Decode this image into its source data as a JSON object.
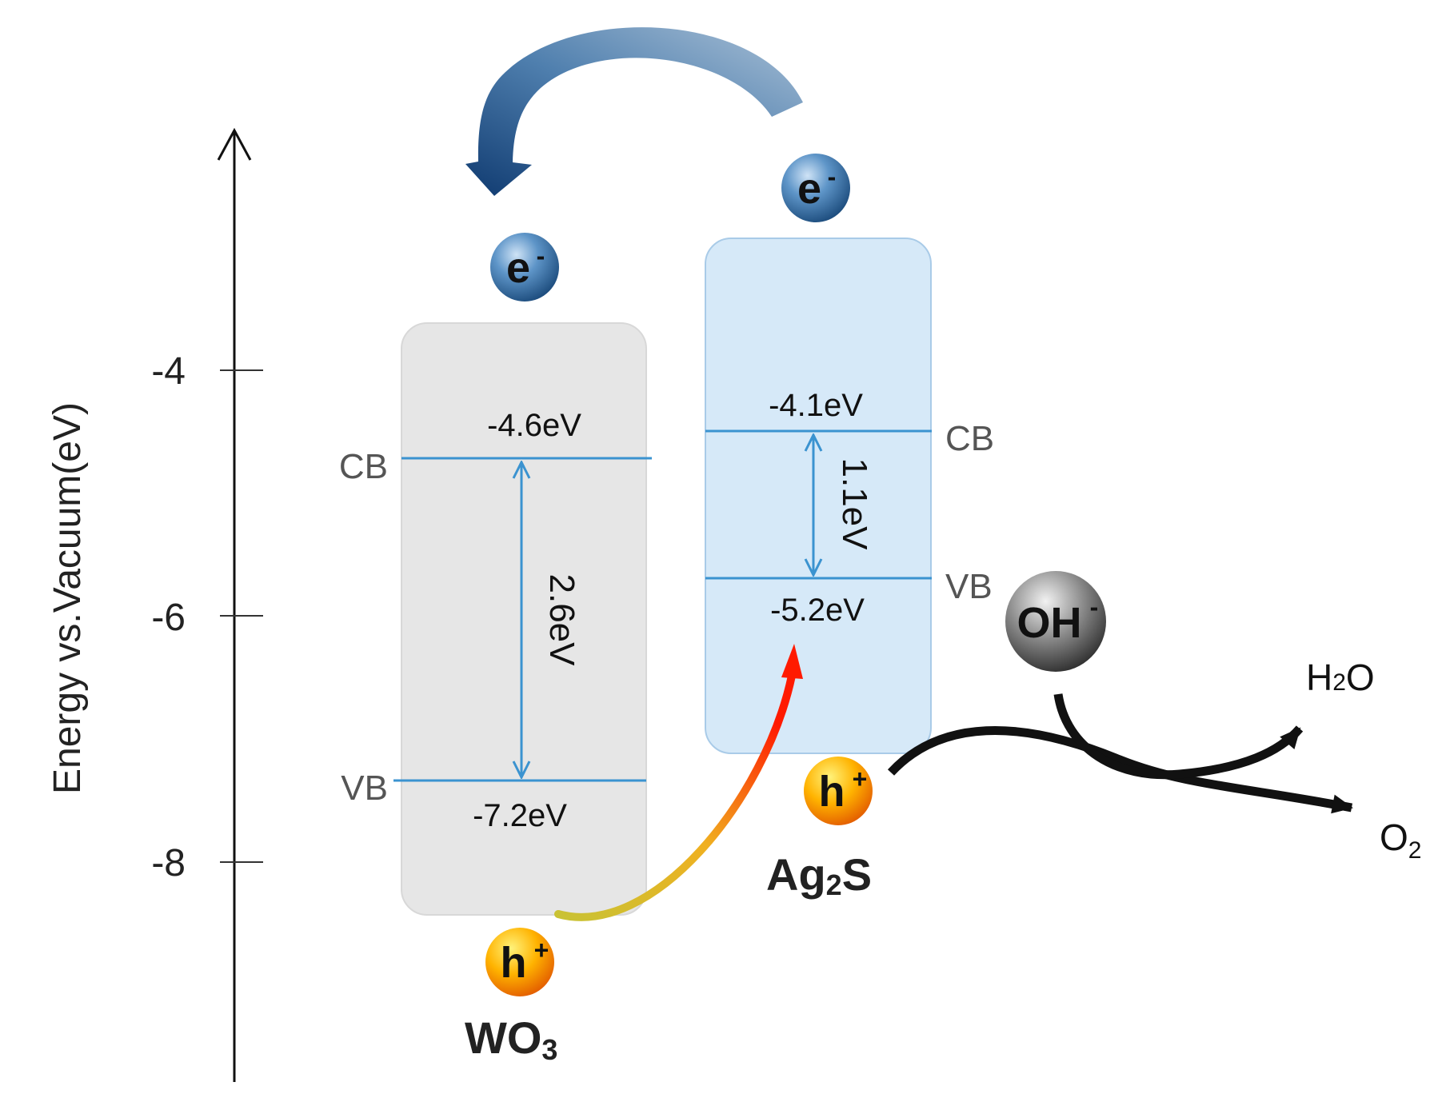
{
  "axis": {
    "title": "Energy vs.Vacuum(eV)",
    "ticks": [
      "-4",
      "-6",
      "-8"
    ]
  },
  "wo3": {
    "name": "WO",
    "name_sub": "3",
    "cb_label": "CB",
    "vb_label": "VB",
    "cb_energy": "-4.6eV",
    "vb_energy": "-7.2eV",
    "gap": "2.6eV",
    "electron": "e",
    "electron_charge": "-",
    "hole": "h",
    "hole_charge": "+"
  },
  "ag2s": {
    "name_pre": "Ag",
    "name_sub": "2",
    "name_post": "S",
    "cb_label": "CB",
    "vb_label": "VB",
    "cb_energy": "-4.1eV",
    "vb_energy": "-5.2eV",
    "gap": "1.1eV",
    "electron": "e",
    "electron_charge": "-",
    "hole": "h",
    "hole_charge": "+"
  },
  "reaction": {
    "reactant": "OH",
    "reactant_charge": "-",
    "product1": "H",
    "product1_sub": "2",
    "product1_post": "O",
    "product2": "O",
    "product2_sub": "2"
  },
  "colors": {
    "wo3_box": "#e6e6e6",
    "ag2s_box": "#d6e9f8",
    "band_line": "#3b93d0",
    "electron_fill": "#2f6a9e",
    "hole_fill": "#f7a800",
    "hydroxide_fill": "#555555",
    "transfer_arrow": "#1e4f86"
  }
}
